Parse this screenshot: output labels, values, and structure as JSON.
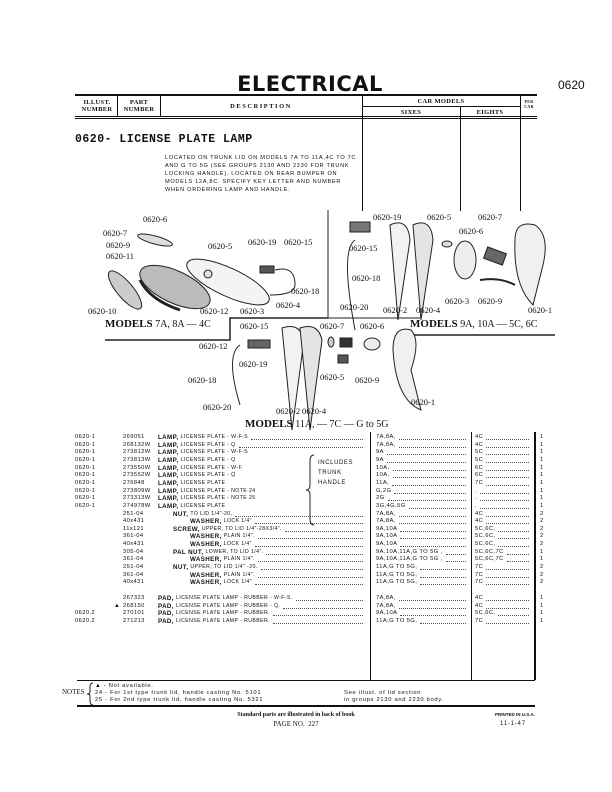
{
  "header": {
    "title": "ELECTRICAL",
    "section": "0620",
    "columns": {
      "illust": "ILLUST.\nNUMBER",
      "part": "PART\nNUMBER",
      "description": "DESCRIPTION",
      "car_models": "CAR MODELS",
      "sixes": "SIXES",
      "eights": "EIGHTS",
      "per_car": "PER\nCAR"
    }
  },
  "group_title": "0620- LICENSE PLATE LAMP",
  "intro": "Located on trunk lid on models 7A to 11A,4C to 7C and G to 5G (see groups 2130 and 2230 for trunk locking handle). Located on rear bumper on models 12A,8C. Specify key letter and number when ordering lamp and handle.",
  "illustrations": {
    "captions": [
      {
        "bold": "MODELS",
        "rest": " 7A, 8A — 4C"
      },
      {
        "bold": "MODELS",
        "rest": " 9A, 10A — 5C, 6C"
      },
      {
        "bold": "MODELS",
        "rest": " 11A, — 7C — G to 5G"
      }
    ],
    "callouts_a": [
      "0620-6",
      "0620-7",
      "0620-9",
      "0620-11",
      "0620-5",
      "0620-19",
      "0620-15",
      "0620-18",
      "0620-4",
      "0620-3",
      "0620-12",
      "0620-10"
    ],
    "callouts_b": [
      "0620-19",
      "0620-5",
      "0620-7",
      "0620-6",
      "0620-15",
      "0620-18",
      "0620-20",
      "0620-2",
      "0620-4",
      "0620-3",
      "0620-9",
      "0620-1"
    ],
    "callouts_c": [
      "0620-15",
      "0620-7",
      "0620-6",
      "0620-12",
      "0620-19",
      "0620-18",
      "0620-5",
      "0620-9",
      "0620-20",
      "0620-2",
      "0620-4",
      "0620-1"
    ]
  },
  "includes_note": "INCLUDES\nTRUNK\nHANDLE",
  "rows": [
    {
      "illust": "0620-1",
      "part": "269051",
      "main": "LAMP,",
      "desc": "license plate - W-F-S",
      "sixes": "7A,8A,",
      "eights": "4C",
      "per_car": "1"
    },
    {
      "illust": "0620-1",
      "part": "268132W",
      "main": "LAMP,",
      "desc": "license plate - Q",
      "sixes": "7A,8A,",
      "eights": "4C",
      "per_car": "1"
    },
    {
      "illust": "0620-1",
      "part": "273812W",
      "main": "LAMP,",
      "desc": "license plate - W-F-S",
      "sixes": "9A",
      "eights": "5C",
      "per_car": "1",
      "nofill": true
    },
    {
      "illust": "0620-1",
      "part": "273813W",
      "main": "LAMP,",
      "desc": "license plate - Q",
      "sixes": "9A",
      "eights": "5C",
      "per_car": "1",
      "nofill": true
    },
    {
      "illust": "0620-1",
      "part": "273550W",
      "main": "LAMP,",
      "desc": "license plate - W-F",
      "sixes": "10A,",
      "eights": "6C",
      "per_car": "1",
      "nofill": true
    },
    {
      "illust": "0620-1",
      "part": "273552W",
      "main": "LAMP,",
      "desc": "license plate - Q",
      "sixes": "10A,",
      "eights": "6C",
      "per_car": "1",
      "nofill": true
    },
    {
      "illust": "0620-1",
      "part": "276848",
      "main": "LAMP,",
      "desc": "license plate",
      "sixes": "11A,",
      "eights": "7C",
      "per_car": "1",
      "nofill": true
    },
    {
      "illust": "0620-1",
      "part": "273809W",
      "main": "LAMP,",
      "desc": "license plate - note 24",
      "sixes": "G,2G",
      "eights": ".",
      "per_car": "1",
      "nofill": true
    },
    {
      "illust": "0620-1",
      "part": "273313W",
      "main": "LAMP,",
      "desc": "license plate - note 25",
      "sixes": "2G",
      "eights": ".",
      "per_car": "1",
      "nofill": true
    },
    {
      "illust": "0620-1",
      "part": "274978W",
      "main": "LAMP,",
      "desc": "license plate",
      "sixes": "3G,4G,5G",
      "eights": ".",
      "per_car": "1",
      "nofill": true
    },
    {
      "illust": "",
      "part": "251-04",
      "main": "NUT,",
      "desc": "to lid 1/4\"-20,",
      "sixes": "7A,8A,",
      "eights": "4C",
      "per_car": "2",
      "level": 1
    },
    {
      "illust": "",
      "part": "40x431",
      "main": "WASHER,",
      "desc": "lock 1/4\"",
      "sixes": "7A,8A,",
      "eights": "4C",
      "per_car": "2",
      "level": 2
    },
    {
      "illust": "",
      "part": "11x121",
      "main": "SCREW,",
      "desc": "upper, to lid 1/4\"-28x3/4\".",
      "sixes": "9A,10A",
      "eights": "5C,6C,",
      "per_car": "2",
      "level": 1
    },
    {
      "illust": "",
      "part": "361-04",
      "main": "WASHER,",
      "desc": "plain 1/4\".",
      "sixes": "9A,10A",
      "eights": "5C,6C,",
      "per_car": "2",
      "level": 2
    },
    {
      "illust": "",
      "part": "40x431",
      "main": "WASHER,",
      "desc": "lock 1/4\"",
      "sixes": "9A,10A",
      "eights": "5C,6C,",
      "per_car": "2",
      "level": 2
    },
    {
      "illust": "",
      "part": "305-04",
      "main": "PAL NUT,",
      "desc": "lower, to lid 1/4\".",
      "sixes": "9A,10A,11A,G to 5G ,",
      "eights": "5C,6C,7C",
      "per_car": "1",
      "level": 1
    },
    {
      "illust": "",
      "part": "361-04",
      "main": "WASHER,",
      "desc": "plain 1/4\".",
      "sixes": "9A,10A,11A,G to 5G ,",
      "eights": "5C,6C,7C",
      "per_car": "1",
      "level": 2
    },
    {
      "illust": "",
      "part": "251-04",
      "main": "NUT,",
      "desc": "upper, to lid 1/4\" -20.",
      "sixes": "11A,G to 5G,",
      "eights": "7C",
      "per_car": "2",
      "level": 1
    },
    {
      "illust": "",
      "part": "361-04",
      "main": "WASHER,",
      "desc": "plain 1/4\".",
      "sixes": "11A,G to 5G,",
      "eights": "7C",
      "per_car": "2",
      "level": 2
    },
    {
      "illust": "",
      "part": "40x431",
      "main": "WASHER,",
      "desc": "lock 1/4\"",
      "sixes": "11A,G to 5G,",
      "eights": "7C",
      "per_car": "2",
      "level": 2
    },
    {
      "illust": "",
      "part": "267323",
      "main": "PAD,",
      "desc": "license plate lamp - rubber - W-F-S.",
      "sixes": "7A,8A,",
      "eights": "4C",
      "per_car": "1",
      "gap": true
    },
    {
      "illust": "",
      "mark": "▲",
      "part": "268150",
      "main": "PAD,",
      "desc": "license plate lamp - rubber - Q.",
      "sixes": "7A,8A,",
      "eights": "4C",
      "per_car": "1"
    },
    {
      "illust": "0620.2",
      "part": "270101",
      "main": "PAD,",
      "desc": "license plate lamp - rubber.",
      "sixes": "9A,10A",
      "eights": "5C,6C,",
      "per_car": "1"
    },
    {
      "illust": "0620.2",
      "part": "271213",
      "main": "PAD,",
      "desc": "license plate lamp - rubber.",
      "sixes": "11A,G to 5G,",
      "eights": "7C",
      "per_car": "1"
    }
  ],
  "notes": {
    "label": "NOTES",
    "items": [
      "▲ - Not available.",
      "24 - For 1st type trunk lid, handle casting No. 5101",
      "25 - For 2nd type trunk lid, handle casting No. 5321"
    ],
    "see": "See illust. of lid section\nin groups 2130 and 2230 body."
  },
  "footer": {
    "standard": "Standard parts are illustrated in back of book",
    "page": "PAGE NO.  227",
    "printed": "PRINTED IN U.S.A.",
    "date": "11-1-47"
  }
}
